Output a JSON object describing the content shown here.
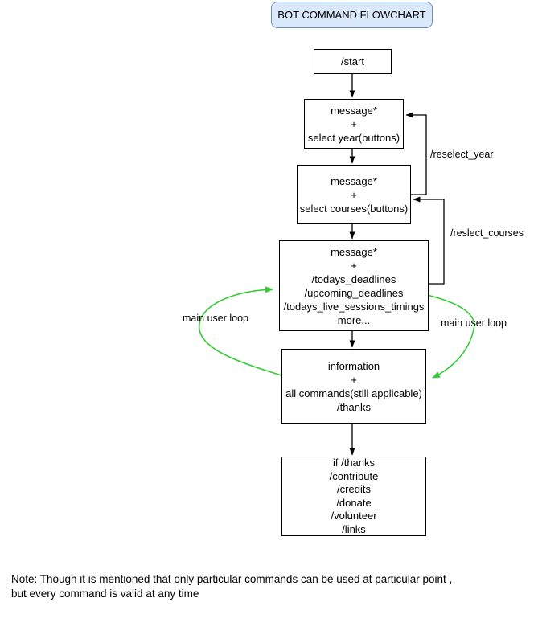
{
  "title": "BOT COMMAND FLOWCHART",
  "nodes": {
    "start": {
      "label": "/start"
    },
    "select_year": {
      "lines": [
        "message*",
        "+",
        "select year(buttons)"
      ]
    },
    "select_courses": {
      "lines": [
        "message*",
        "+",
        "select courses(buttons)"
      ]
    },
    "deadlines": {
      "lines": [
        "message*",
        "+",
        "/todays_deadlines",
        "/upcoming_deadlines",
        "/todays_live_sessions_timings",
        "more..."
      ]
    },
    "information": {
      "lines": [
        "information",
        "+",
        "all commands(still applicable)",
        "/thanks"
      ]
    },
    "thanks": {
      "lines": [
        "if /thanks",
        "/contribute",
        "/credits",
        "/donate",
        "/volunteer",
        "/links"
      ]
    }
  },
  "edge_labels": {
    "reselect_year": "/reselect_year",
    "reslect_courses": "/reslect_courses",
    "main_user_loop_left": "main user loop",
    "main_user_loop_right": "main user loop"
  },
  "note": {
    "line1": "Note: Though it is mentioned that only particular commands can be used at particular point ,",
    "line2": "but every command is valid at any time"
  },
  "colors": {
    "loop_green": "#33cc33",
    "title_fill": "#dae8fc",
    "title_border": "#6c8ebf",
    "box_border": "#000000",
    "text": "#000000"
  }
}
